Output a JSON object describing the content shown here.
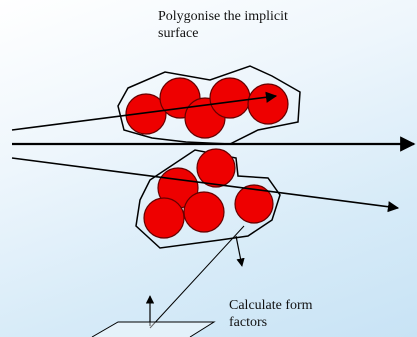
{
  "captions": {
    "polygonise": [
      "Polygonise the implicit",
      "surface"
    ],
    "form_factors": [
      "Calculate form",
      "factors"
    ]
  },
  "colors": {
    "sphere_fill": "#ee0000",
    "sphere_stroke": "#660000",
    "outline": "#000000",
    "background_light": "#ffffff",
    "background_dark": "#c8e3f5"
  }
}
